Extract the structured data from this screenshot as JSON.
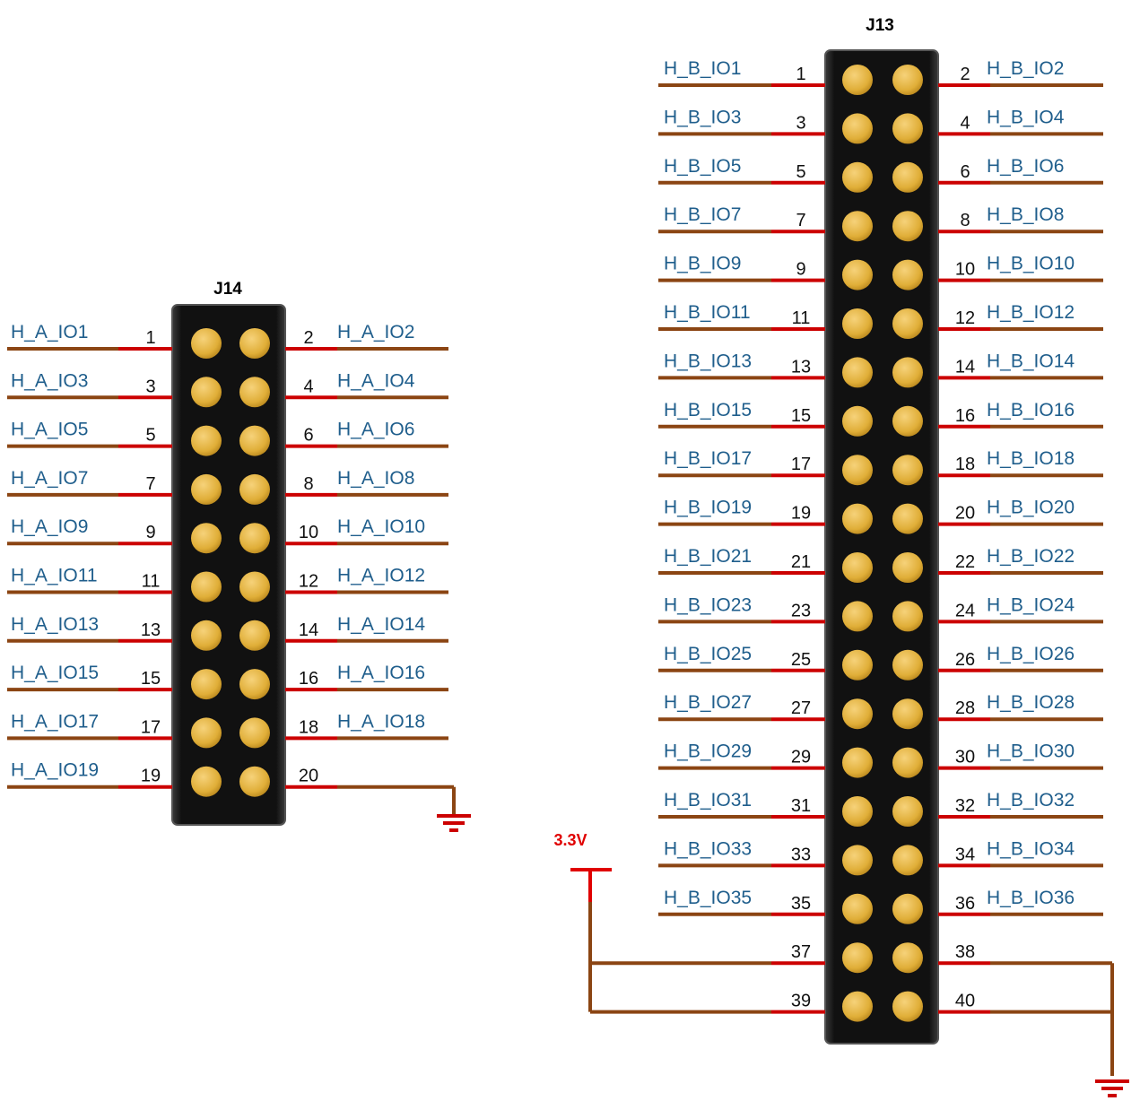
{
  "colors": {
    "wire": "#8B4513",
    "pin_stub": "#CC0000",
    "signal_text": "#1F5E8C",
    "pin_text": "#111111",
    "header_body": "#1a1a1a",
    "pin_pad": "#E3B33C",
    "power_text": "#E00000",
    "ground": "#CC0000"
  },
  "connectors": [
    {
      "ref": "J14",
      "pins": [
        {
          "num": "1",
          "signal": "H_A_IO1"
        },
        {
          "num": "2",
          "signal": "H_A_IO2"
        },
        {
          "num": "3",
          "signal": "H_A_IO3"
        },
        {
          "num": "4",
          "signal": "H_A_IO4"
        },
        {
          "num": "5",
          "signal": "H_A_IO5"
        },
        {
          "num": "6",
          "signal": "H_A_IO6"
        },
        {
          "num": "7",
          "signal": "H_A_IO7"
        },
        {
          "num": "8",
          "signal": "H_A_IO8"
        },
        {
          "num": "9",
          "signal": "H_A_IO9"
        },
        {
          "num": "10",
          "signal": "H_A_IO10"
        },
        {
          "num": "11",
          "signal": "H_A_IO11"
        },
        {
          "num": "12",
          "signal": "H_A_IO12"
        },
        {
          "num": "13",
          "signal": "H_A_IO13"
        },
        {
          "num": "14",
          "signal": "H_A_IO14"
        },
        {
          "num": "15",
          "signal": "H_A_IO15"
        },
        {
          "num": "16",
          "signal": "H_A_IO16"
        },
        {
          "num": "17",
          "signal": "H_A_IO17"
        },
        {
          "num": "18",
          "signal": "H_A_IO18"
        },
        {
          "num": "19",
          "signal": "H_A_IO19"
        },
        {
          "num": "20",
          "signal": ""
        }
      ]
    },
    {
      "ref": "J13",
      "pins": [
        {
          "num": "1",
          "signal": "H_B_IO1"
        },
        {
          "num": "2",
          "signal": "H_B_IO2"
        },
        {
          "num": "3",
          "signal": "H_B_IO3"
        },
        {
          "num": "4",
          "signal": "H_B_IO4"
        },
        {
          "num": "5",
          "signal": "H_B_IO5"
        },
        {
          "num": "6",
          "signal": "H_B_IO6"
        },
        {
          "num": "7",
          "signal": "H_B_IO7"
        },
        {
          "num": "8",
          "signal": "H_B_IO8"
        },
        {
          "num": "9",
          "signal": "H_B_IO9"
        },
        {
          "num": "10",
          "signal": "H_B_IO10"
        },
        {
          "num": "11",
          "signal": "H_B_IO11"
        },
        {
          "num": "12",
          "signal": "H_B_IO12"
        },
        {
          "num": "13",
          "signal": "H_B_IO13"
        },
        {
          "num": "14",
          "signal": "H_B_IO14"
        },
        {
          "num": "15",
          "signal": "H_B_IO15"
        },
        {
          "num": "16",
          "signal": "H_B_IO16"
        },
        {
          "num": "17",
          "signal": "H_B_IO17"
        },
        {
          "num": "18",
          "signal": "H_B_IO18"
        },
        {
          "num": "19",
          "signal": "H_B_IO19"
        },
        {
          "num": "20",
          "signal": "H_B_IO20"
        },
        {
          "num": "21",
          "signal": "H_B_IO21"
        },
        {
          "num": "22",
          "signal": "H_B_IO22"
        },
        {
          "num": "23",
          "signal": "H_B_IO23"
        },
        {
          "num": "24",
          "signal": "H_B_IO24"
        },
        {
          "num": "25",
          "signal": "H_B_IO25"
        },
        {
          "num": "26",
          "signal": "H_B_IO26"
        },
        {
          "num": "27",
          "signal": "H_B_IO27"
        },
        {
          "num": "28",
          "signal": "H_B_IO28"
        },
        {
          "num": "29",
          "signal": "H_B_IO29"
        },
        {
          "num": "30",
          "signal": "H_B_IO30"
        },
        {
          "num": "31",
          "signal": "H_B_IO31"
        },
        {
          "num": "32",
          "signal": "H_B_IO32"
        },
        {
          "num": "33",
          "signal": "H_B_IO33"
        },
        {
          "num": "34",
          "signal": "H_B_IO34"
        },
        {
          "num": "35",
          "signal": "H_B_IO35"
        },
        {
          "num": "36",
          "signal": "H_B_IO36"
        },
        {
          "num": "37",
          "signal": ""
        },
        {
          "num": "38",
          "signal": ""
        },
        {
          "num": "39",
          "signal": ""
        },
        {
          "num": "40",
          "signal": ""
        }
      ]
    }
  ],
  "power_label": "3.3V"
}
